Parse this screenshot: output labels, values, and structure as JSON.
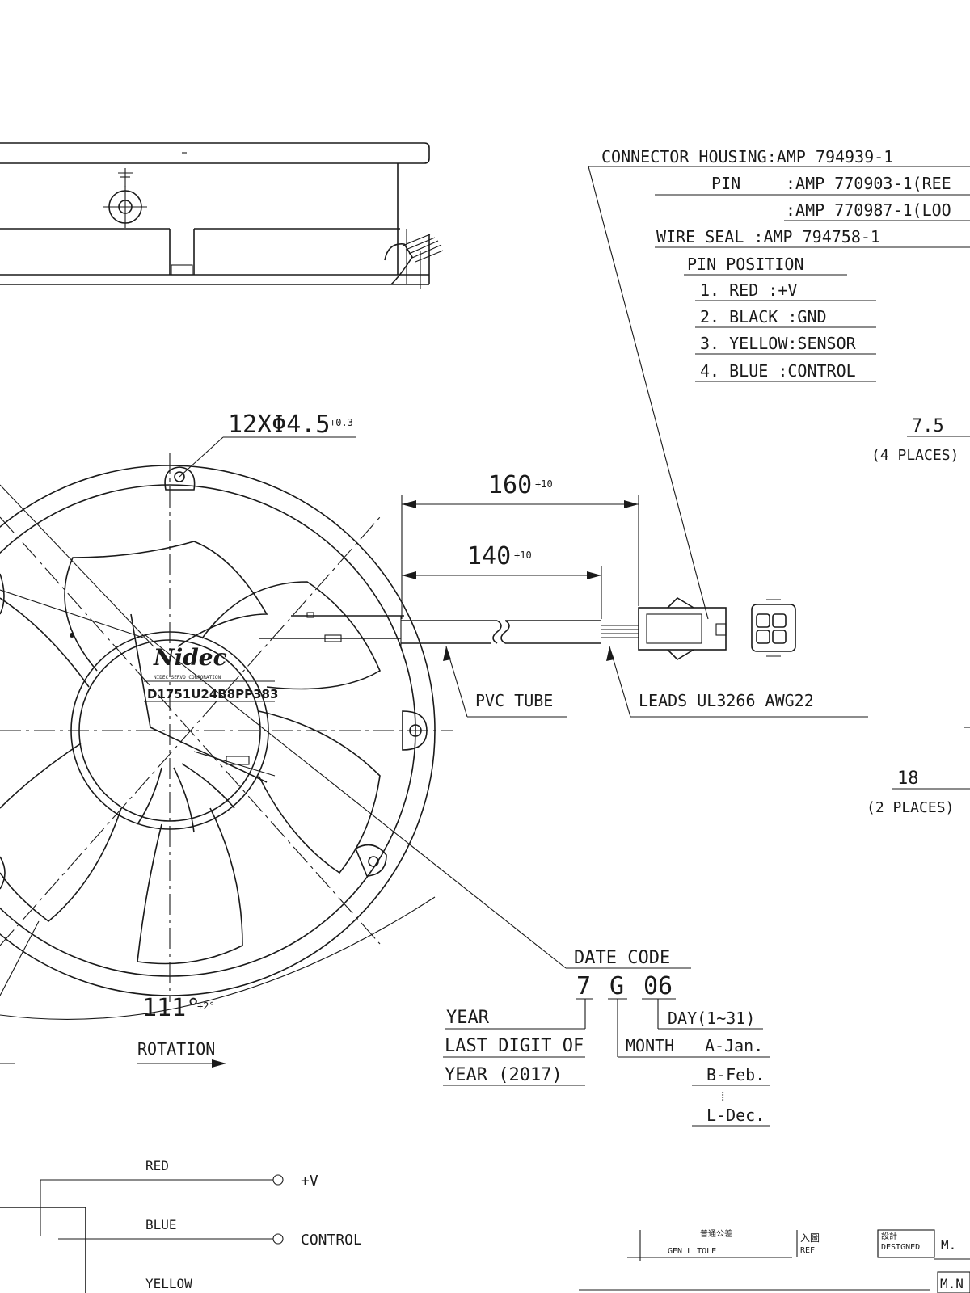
{
  "connector": {
    "housing": "CONNECTOR HOUSING:AMP 794939-1",
    "pin_label": "PIN",
    "pin_1": ":AMP 770903-1(REE",
    "pin_2": ":AMP 770987-1(LOO",
    "wire_seal": "WIRE SEAL   :AMP 794758-1",
    "pin_position": "PIN POSITION",
    "pins": [
      "1. RED     :+V",
      "2. BLACK :GND",
      "3. YELLOW:SENSOR",
      "4. BLUE    :CONTROL"
    ]
  },
  "dimensions": {
    "holes_value": "12XΦ4.5",
    "holes_tol": "+0.3",
    "d160_value": "160",
    "d160_tol": "+10",
    "d140_value": "140",
    "d140_tol": "+10",
    "d75_value": "7.5",
    "d75_note": "(4 PLACES)",
    "d18_value": "18",
    "d18_note": "(2 PLACES)",
    "angle_value": "111°",
    "angle_tol": "+2°"
  },
  "labels": {
    "pvc_tube": "PVC TUBE",
    "leads": "LEADS UL3266 AWG22",
    "rotation": "ROTATION",
    "brand": "Nidec",
    "brand_sub": "NIDEC SERVO CORPORATION",
    "model": "D1751U24B8PP383"
  },
  "date_code": {
    "title": "DATE CODE",
    "year_digit": "7",
    "month_letter": "G",
    "day_digits": "06",
    "year_l1": "YEAR",
    "year_l2": "LAST DIGIT OF",
    "year_l3": "YEAR (2017)",
    "day": "DAY(1~31)",
    "month": "MONTH",
    "jan": "A-Jan.",
    "feb": "B-Feb.",
    "dots": "⁞",
    "dec": "L-Dec."
  },
  "schematic": {
    "red": "RED",
    "plus_v": "+V",
    "blue": "BLUE",
    "control": "CONTROL",
    "yellow": "YELLOW"
  },
  "title_block": {
    "gen_tol": "GEN  L TOLE",
    "gen_tol_cn": "普通公差",
    "ref_cn": "入圖",
    "ref": "REF",
    "designed_cn": "設計",
    "designed": "DESIGNED",
    "designer_1": "M.",
    "designer_2": "M.N"
  }
}
